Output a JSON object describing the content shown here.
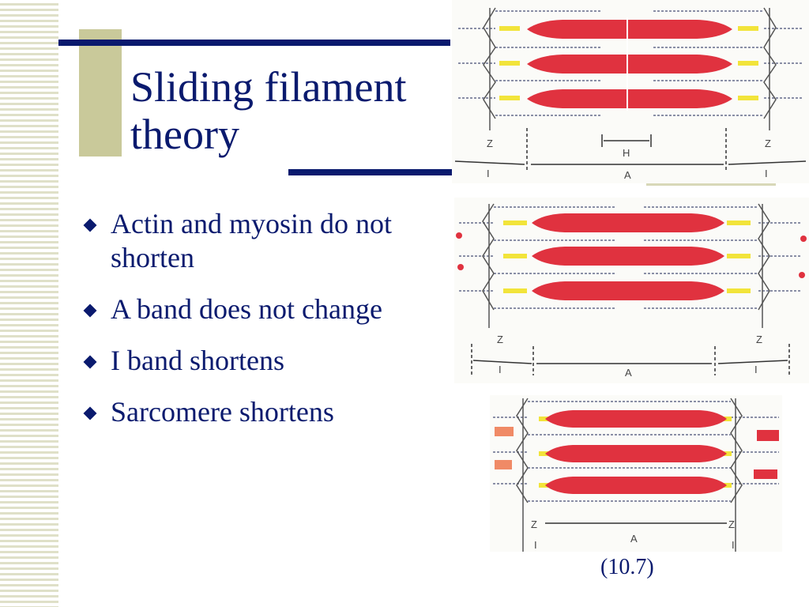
{
  "slide": {
    "title_line1": "Sliding filament",
    "title_line2": "theory",
    "bullets": [
      "Actin and myosin do not shorten",
      "A band does not change",
      "I band shortens",
      "Sarcomere shortens"
    ],
    "caption": "(10.7)"
  },
  "diagrams": [
    {
      "z_left": "Z",
      "z_right": "Z",
      "h_label": "H",
      "i_left": "I",
      "a_label": "A",
      "i_right": "I"
    },
    {
      "z_left": "Z",
      "z_right": "Z",
      "i_left": "I",
      "a_label": "A",
      "i_right": "I"
    },
    {
      "z_left": "Z",
      "z_right": "Z",
      "a_label": "A",
      "i_left": "I",
      "i_right": "I"
    }
  ],
  "colors": {
    "title": "#0a1a6e",
    "myosin": "#e0323f",
    "actin": "#8a8fa6",
    "z_line": "#555555",
    "overlap": "#f2e43a",
    "accent": "#c9c99a"
  }
}
